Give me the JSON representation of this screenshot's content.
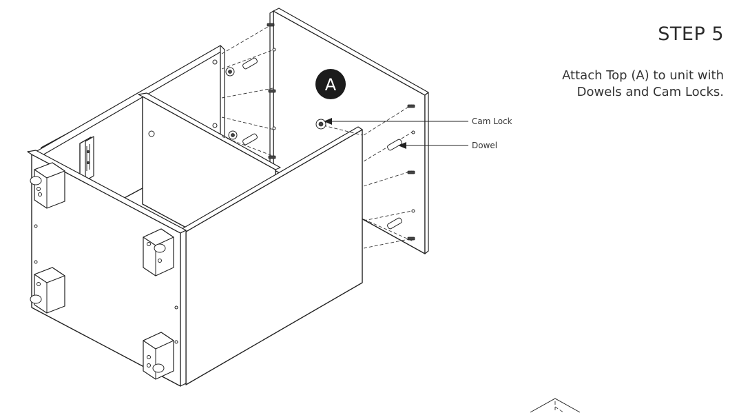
{
  "step": {
    "title": "STEP 5",
    "instruction_line1": "Attach Top (A) to unit with",
    "instruction_line2": "Dowels and Cam Locks."
  },
  "diagram": {
    "part_badge": "A",
    "callouts": {
      "cam_lock": "Cam Lock",
      "dowel": "Dowel"
    },
    "colors": {
      "line": "#222222",
      "badge": "#1c1c1c",
      "background": "#ffffff"
    }
  }
}
